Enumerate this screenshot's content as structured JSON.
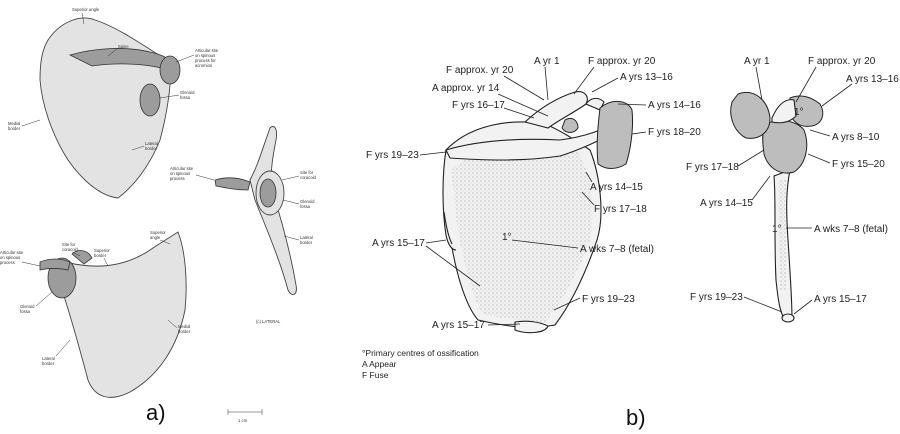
{
  "panels": {
    "a": {
      "label": "a)",
      "labels": {
        "sup_angle_top": "Superior angle",
        "spine": "Spine",
        "articular_site_acromion": [
          "Articular site",
          "on spinous",
          "process for",
          "acromion"
        ],
        "glenoid_fossa_top": [
          "Glenoid",
          "fossa"
        ],
        "medial_border_top": [
          "Medial",
          "border"
        ],
        "lateral_border_top": [
          "Lateral",
          "border"
        ],
        "articular_site_spinous_mid": [
          "Articular site",
          "on spinous",
          "process"
        ],
        "site_coracoid_mid": [
          "Site for",
          "coracoid"
        ],
        "glenoid_fossa_mid": [
          "Glenoid",
          "fossa"
        ],
        "lateral_border_mid": [
          "Lateral",
          "border"
        ],
        "view_caption": "(c) LATERAL",
        "articular_site_spinous_bottom": [
          "Articular site",
          "on spinous",
          "process"
        ],
        "site_coracoid_bottom": [
          "Site for",
          "coracoid"
        ],
        "superior_border_bottom": [
          "Superior",
          "border"
        ],
        "superior_angle_bottom": [
          "Superior",
          "angle"
        ],
        "glenoid_fossa_bottom": [
          "Glenoid",
          "fossa"
        ],
        "medial_border_bottom": [
          "Medial",
          "border"
        ],
        "lateral_border_bottom": [
          "Lateral",
          "border"
        ],
        "scale": "1 cm"
      }
    },
    "b": {
      "label": "b)",
      "posterior_labels": {
        "f_approx_yr20_left": "F approx. yr 20",
        "a_yr1": "A yr 1",
        "f_approx_yr20_right": "F approx. yr 20",
        "a_yrs13_16": "A yrs 13–16",
        "a_approx_yr14": "A approx. yr 14",
        "f_yrs16_17": "F yrs 16–17",
        "a_yrs14_16": "A yrs 14–16",
        "f_yrs18_20": "F yrs 18–20",
        "f_yrs19_23_upper": "F yrs 19–23",
        "a_yrs14_15": "A yrs 14–15",
        "f_yrs17_18": "F yrs 17–18",
        "a_yrs15_17_left": "A yrs 15–17",
        "primary_mark": "1°",
        "a_wks7_8": "A wks 7–8 (fetal)",
        "f_yrs19_23_lower": "F yrs 19–23",
        "a_yrs15_17_bottom": "A yrs 15–17"
      },
      "lateral_labels": {
        "a_yr1": "A yr 1",
        "f_approx_yr20": "F approx. yr 20",
        "a_yrs13_16": "A yrs 13–16",
        "primary_mark_top": "1°",
        "a_yrs8_10": "A yrs 8–10",
        "f_yrs17_18": "F yrs 17–18",
        "f_yrs15_20": "F yrs 15–20",
        "a_yrs14_15": "A yrs 14–15",
        "primary_mark": "1°",
        "a_wks7_8": "A wks 7–8 (fetal)",
        "f_yrs19_23": "F yrs 19–23",
        "a_yrs15_17": "A yrs 15–17"
      },
      "legend": [
        "°Primary centres of ossification",
        "A Appear",
        "F Fuse"
      ]
    }
  }
}
